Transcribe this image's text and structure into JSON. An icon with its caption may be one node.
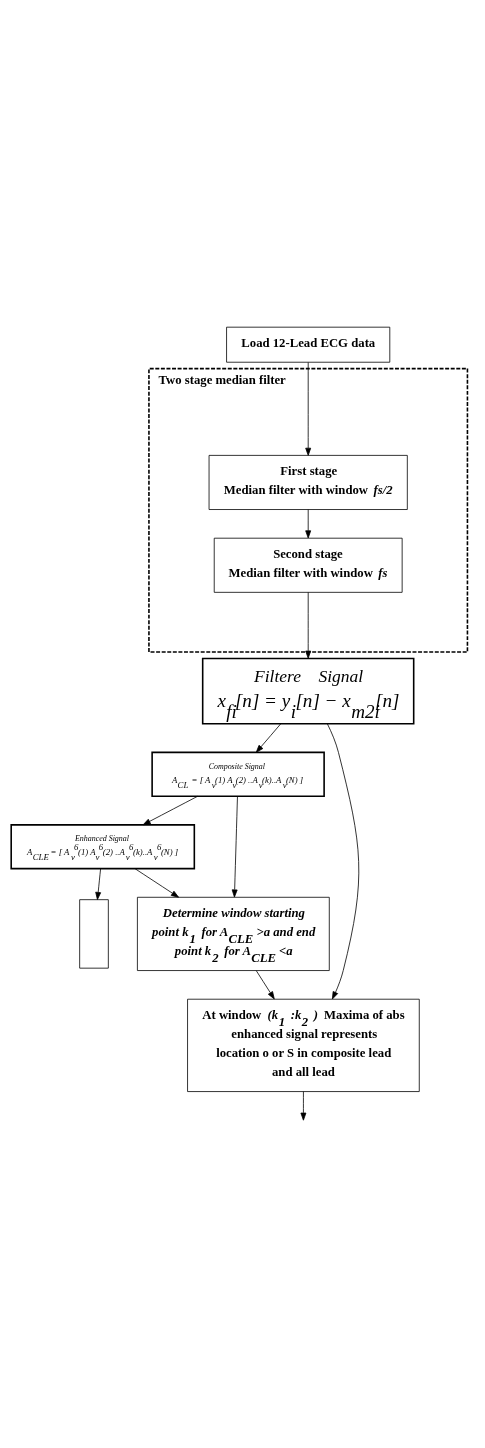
{
  "diagram": {
    "nodes": [
      {
        "text": [
          "Load 12-Lead ECG data"
        ]
      },
      {
        "text": [
          "Two stage median filter"
        ]
      },
      {
        "text": [
          "First stage",
          "Median filter with window *fs/2*"
        ],
        "in": 1
      },
      {
        "text": [
          "Second stage",
          "Median filter with window *fs*"
        ],
        "in": 1
      },
      {
        "text": [
          "Filtere    Signal",
          "x$_{fi}$[n] = y$_{i}$[n] − x$_{m2i}$[n]"
        ]
      },
      {
        "text": [
          "Composite Signal",
          "A$_{CL}$ = [ A$_{v}$(1) A$_{v}$(2) ..A$_{v}$(k)..A$_{v}$(N) ]"
        ]
      },
      {
        "text": [
          "Enhanced Signal",
          "A$_{CLE}$ = [ A$_{v}$$^{6}$(1) A$_{v}$$^{6}$(2) ..A$_{v}$$^{6}$(k)..A$_{v}$$^{6}$(N) ]"
        ]
      },
      {
        "text": [],
        "shape": "box"
      },
      {
        "text": [
          "Determine window starting point k$_{1}$ for A$_{CLE}$ >a and end point k$_{2}$ for A$_{CLE}$ <a"
        ]
      },
      {
        "text": [
          "At window *(k$_{1}$ :k$_{2}$ )* Maxima of abs enhanced signal represents location o or S in composite lead and all lead"
        ]
      }
    ],
    "edges": [
      {
        "from": 0,
        "to": 2,
        "arrow": "to"
      },
      {
        "from": 2,
        "to": 3,
        "arrow": "to"
      },
      {
        "from": 3,
        "to": 4,
        "arrow": "to"
      },
      {
        "from": 4,
        "to": 5,
        "arrow": "to"
      },
      {
        "from": 5,
        "to": 6,
        "arrow": "to"
      },
      {
        "from": 6,
        "to": 7,
        "arrow": "to"
      },
      {
        "from": 6,
        "to": 8,
        "arrow": "to"
      },
      {
        "from": 5,
        "to": 8,
        "arrow": "to"
      },
      {
        "from": 8,
        "to": 9,
        "arrow": "to"
      },
      {
        "from": 4,
        "to": 9,
        "arrow": "to"
      },
      {
        "from": 9,
        "to": null,
        "arrow": "to"
      }
    ]
  }
}
